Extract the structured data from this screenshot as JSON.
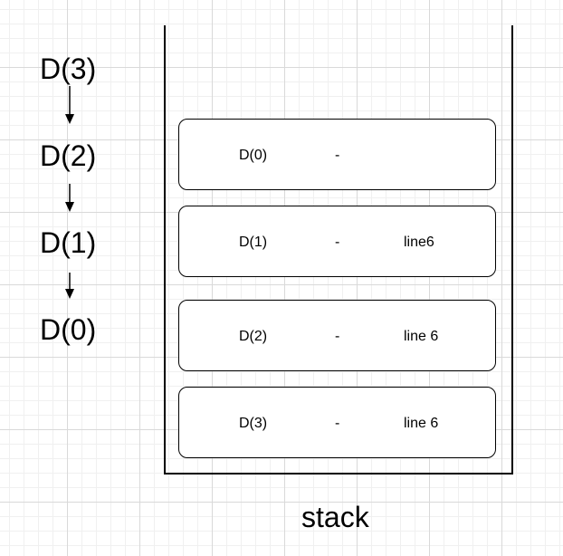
{
  "calls": [
    "D(3)",
    "D(2)",
    "D(1)",
    "D(0)"
  ],
  "stack": {
    "label": "stack",
    "frames": [
      {
        "fn": "D(0)",
        "sep": "-",
        "ret": ""
      },
      {
        "fn": "D(1)",
        "sep": "-",
        "ret": "line6"
      },
      {
        "fn": "D(2)",
        "sep": "-",
        "ret": "line 6"
      },
      {
        "fn": "D(3)",
        "sep": "-",
        "ret": "line 6"
      }
    ]
  }
}
